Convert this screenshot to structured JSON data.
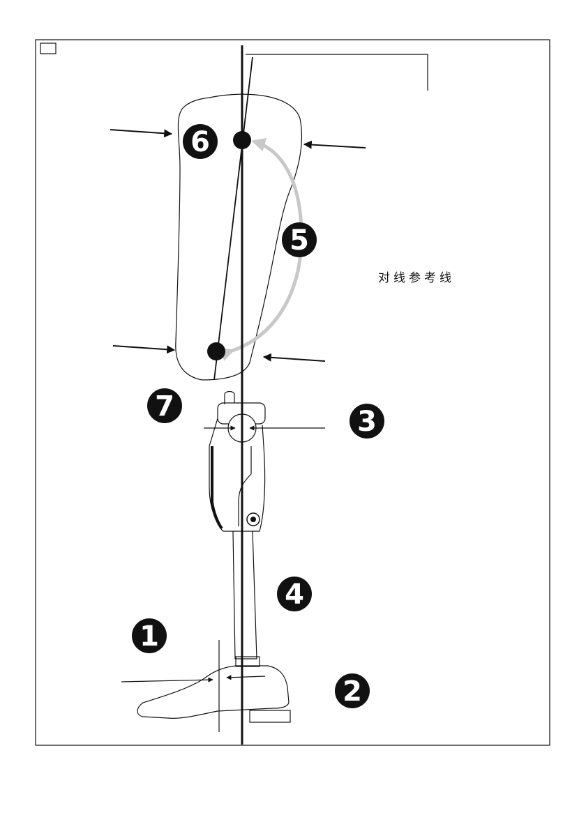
{
  "diagram": {
    "reference_line_label": "对线参考线",
    "steps": [
      "1",
      "2",
      "3",
      "4",
      "5",
      "6",
      "7"
    ],
    "colors": {
      "line": "#111111",
      "fill": "#111111",
      "rotation_arrow": "#c8c8c8",
      "background": "#ffffff"
    }
  }
}
